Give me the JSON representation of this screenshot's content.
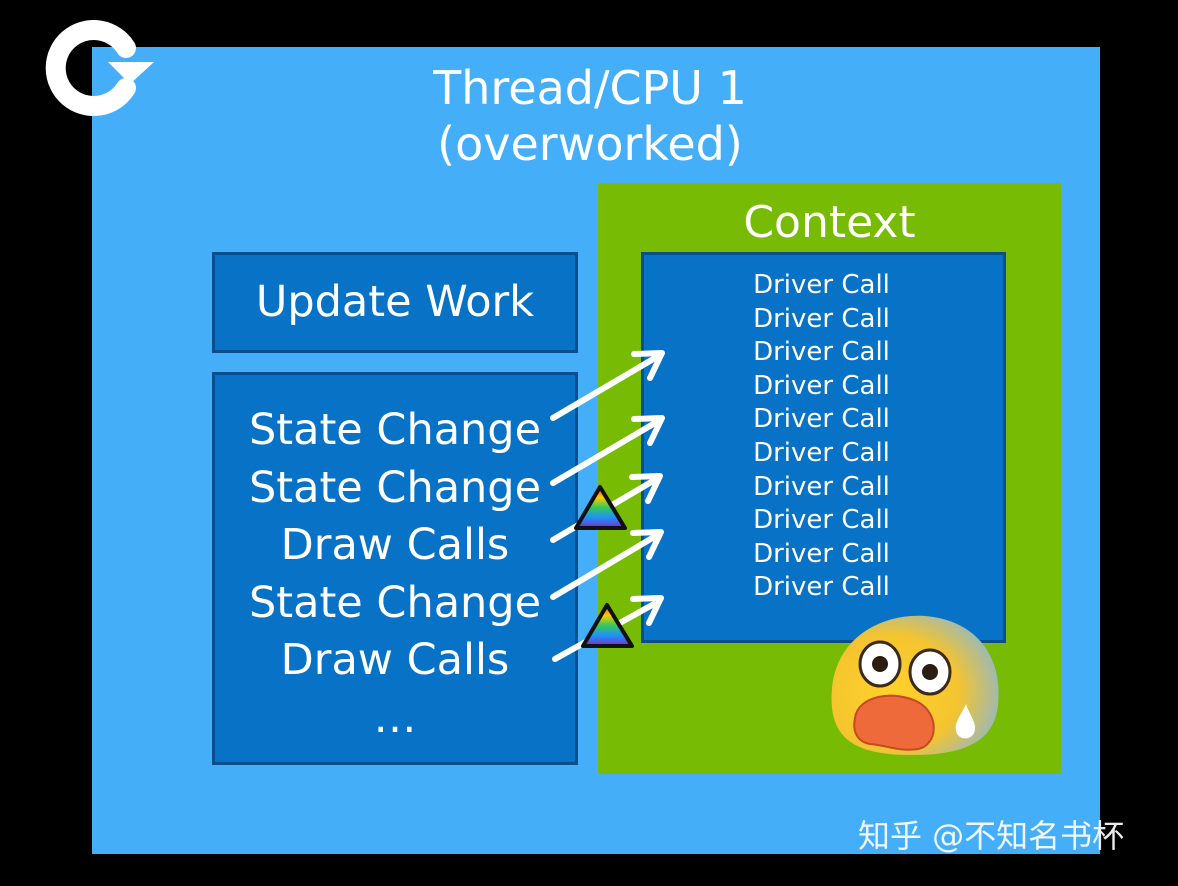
{
  "thread": {
    "title_line1": "Thread/CPU 1",
    "title_line2": "(overworked)"
  },
  "context": {
    "title": "Context"
  },
  "update_work": {
    "label": "Update Work"
  },
  "work_items": [
    "State Change",
    "State Change",
    "Draw Calls",
    "State Change",
    "Draw Calls",
    "…"
  ],
  "driver_calls": [
    "Driver Call",
    "Driver Call",
    "Driver Call",
    "Driver Call",
    "Driver Call",
    "Driver Call",
    "Driver Call",
    "Driver Call",
    "Driver Call",
    "Driver Call"
  ],
  "watermark": "知乎 @不知名书杯",
  "colors": {
    "background": "#000000",
    "thread_panel": "#44aef9",
    "context_panel": "#78bb05",
    "box_fill": "#0772c6",
    "box_border": "#0b4e8e",
    "text": "#ffffff"
  },
  "icons": [
    "refresh-logo-icon",
    "arrow-icon",
    "warning-triangle-icon",
    "fearful-face-emoji-icon"
  ]
}
